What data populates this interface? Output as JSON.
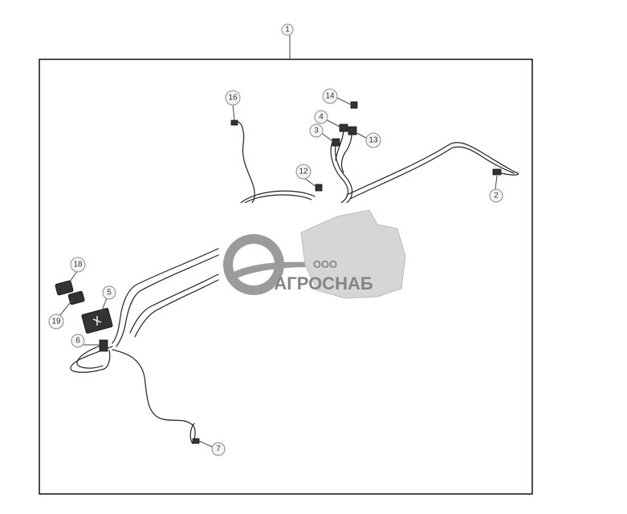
{
  "diagram": {
    "callouts": [
      {
        "id": "c1",
        "label": "1"
      },
      {
        "id": "c2",
        "label": "2"
      },
      {
        "id": "c3",
        "label": "3"
      },
      {
        "id": "c4",
        "label": "4"
      },
      {
        "id": "c5",
        "label": "5"
      },
      {
        "id": "c6",
        "label": "6"
      },
      {
        "id": "c7",
        "label": "7"
      },
      {
        "id": "c12",
        "label": "12"
      },
      {
        "id": "c13",
        "label": "13"
      },
      {
        "id": "c14",
        "label": "14"
      },
      {
        "id": "c16",
        "label": "16"
      },
      {
        "id": "c18",
        "label": "18"
      },
      {
        "id": "c19",
        "label": "19"
      }
    ]
  },
  "watermark": {
    "prefix": "ООО",
    "name": "АГРОСНАБ"
  }
}
